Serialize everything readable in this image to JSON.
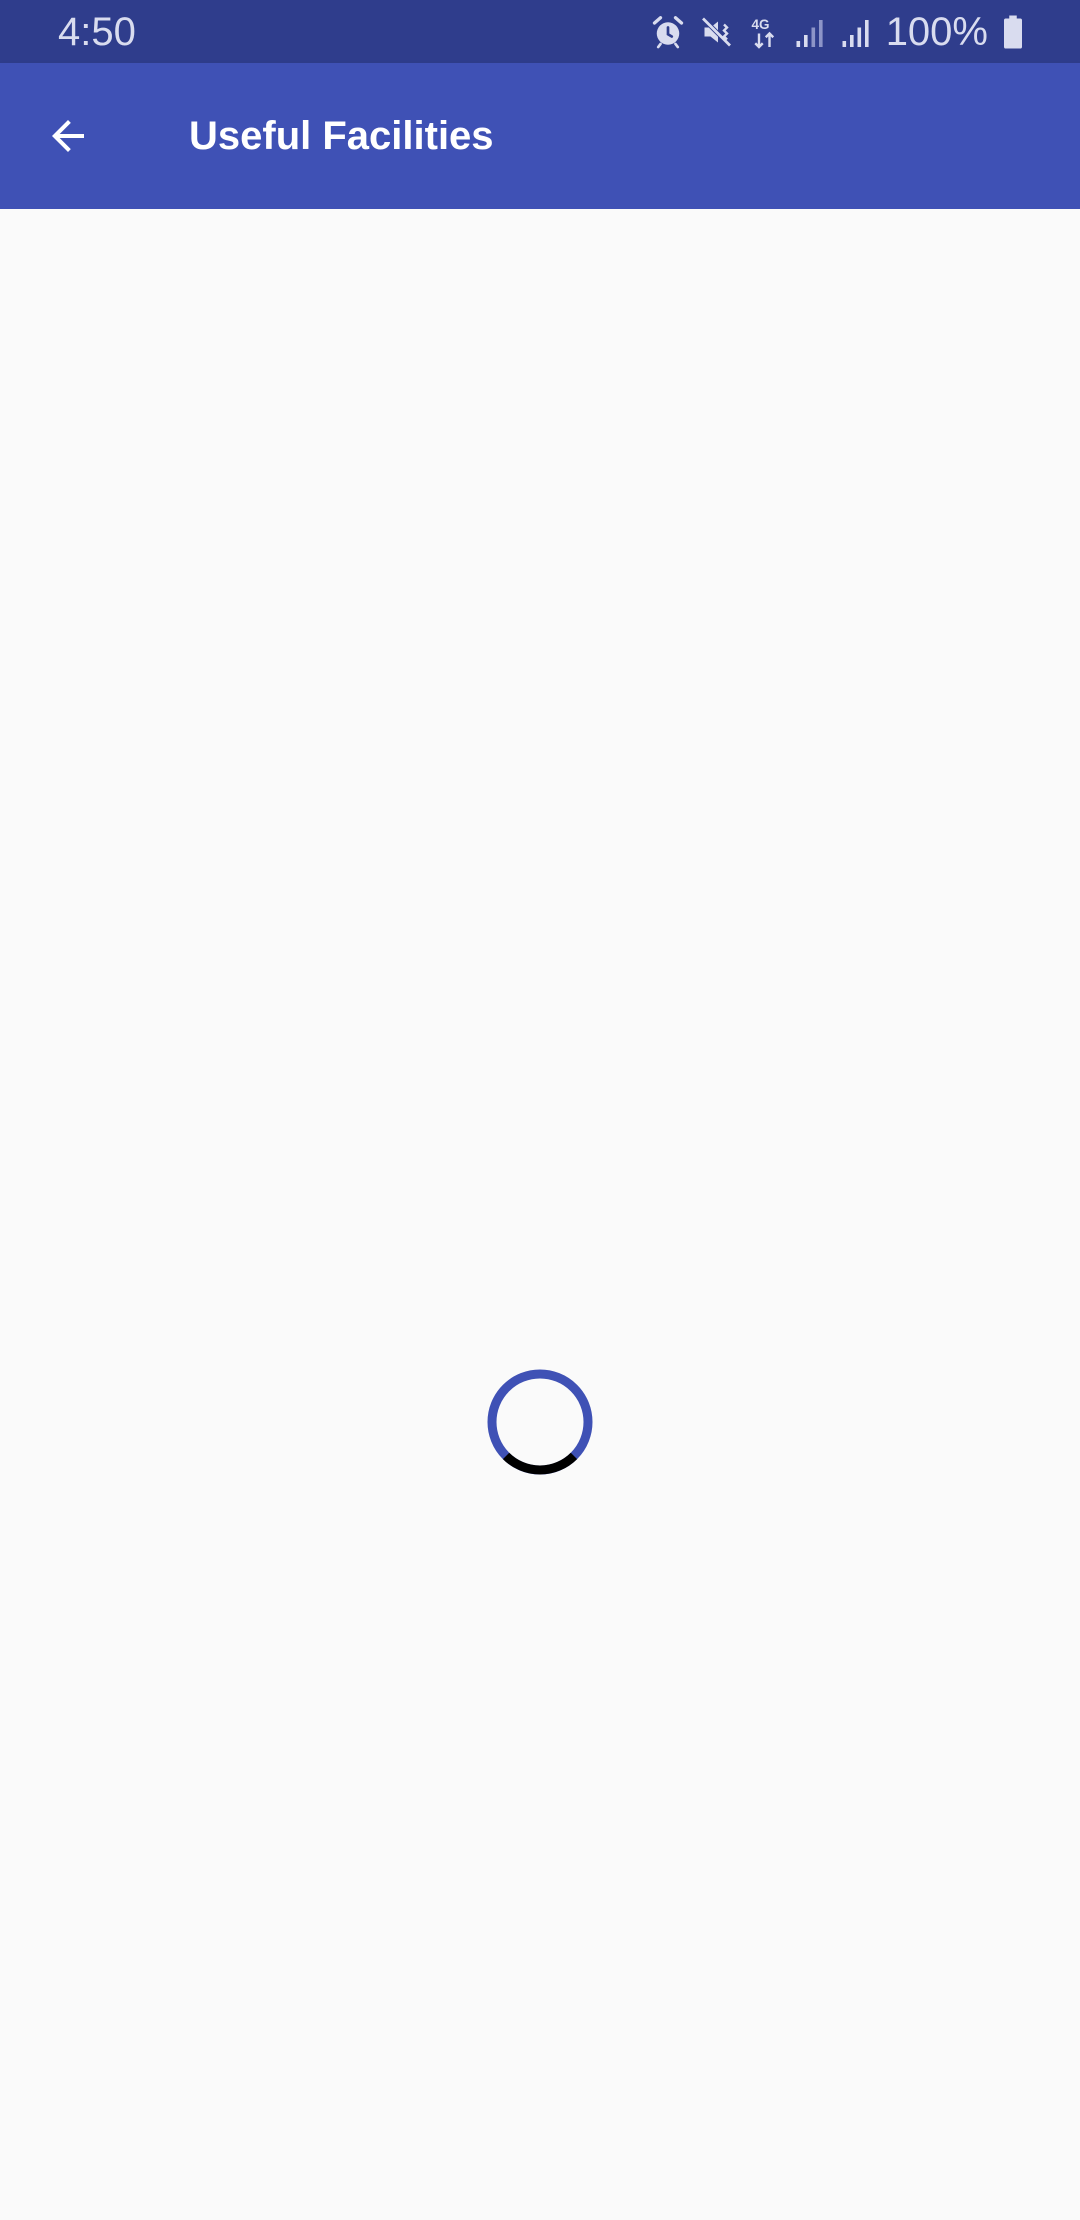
{
  "status_bar": {
    "time": "4:50",
    "icons": [
      "alarm-icon",
      "vibrate-mute-icon",
      "4g-data-icon",
      "signal-icon",
      "signal-icon"
    ],
    "battery_percent": "100%"
  },
  "app_bar": {
    "title": "Useful Facilities",
    "back_icon": "arrow-back-icon",
    "color": "#3f51b5"
  },
  "content": {
    "loading": true,
    "spinner_color": "#3f51b5"
  }
}
